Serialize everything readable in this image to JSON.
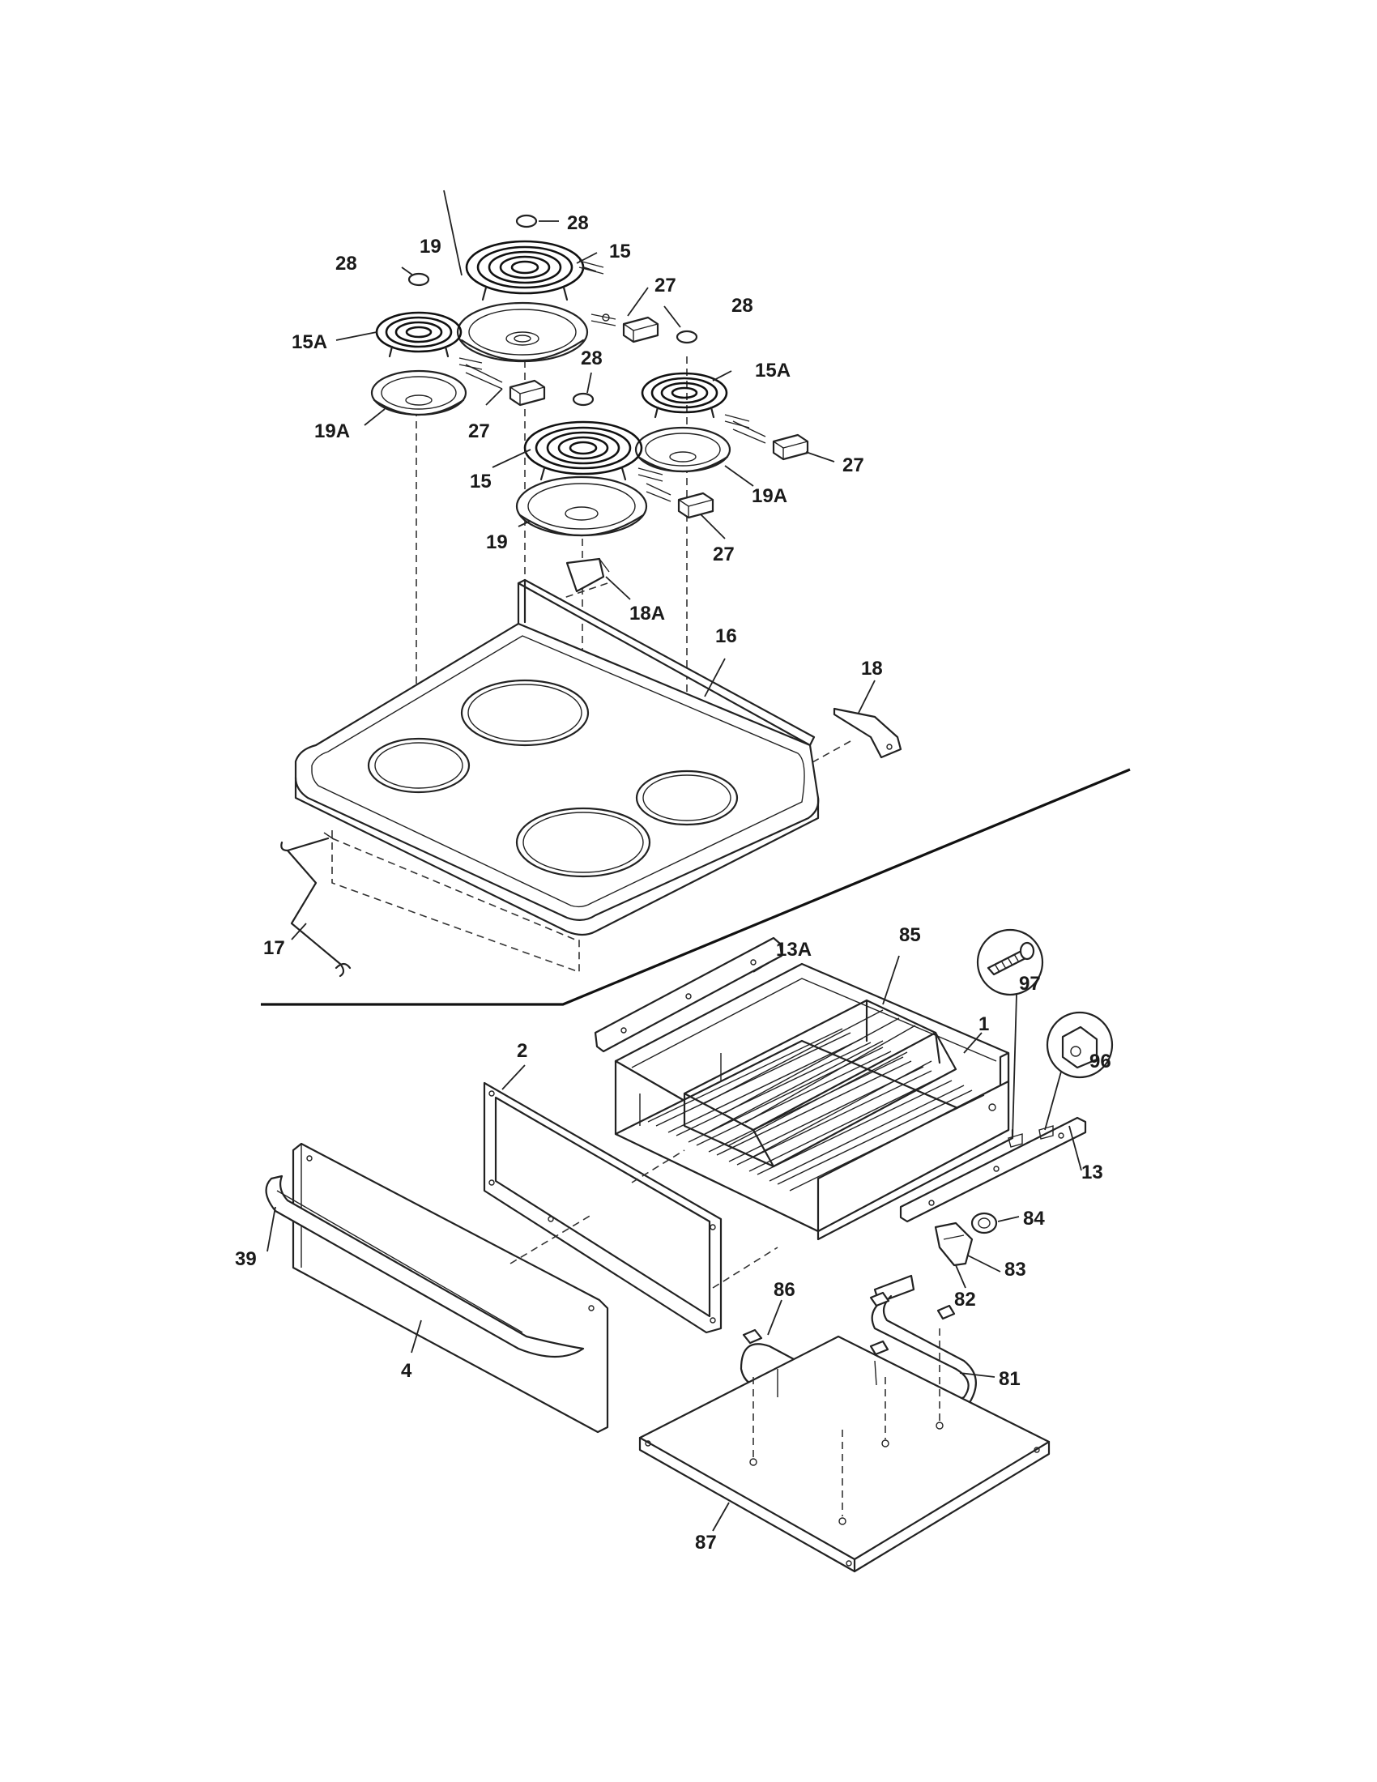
{
  "diagram": {
    "part_labels": {
      "p28a": "28",
      "p28b": "28",
      "p28c": "28",
      "p28d": "28",
      "p19a_top": "19",
      "p15_top": "15",
      "p27a": "27",
      "p15a_left": "15A",
      "p19a_left": "19A",
      "p27b": "27",
      "p15a_right": "15A",
      "p27c": "27",
      "p15_mid": "15",
      "p19a_right": "19A",
      "p19_mid": "19",
      "p27d": "27",
      "p18a": "18A",
      "p16": "16",
      "p18": "18",
      "p17": "17",
      "p13a": "13A",
      "p85": "85",
      "p97": "97",
      "p1": "1",
      "p96": "96",
      "p2": "2",
      "p13": "13",
      "p84": "84",
      "p39": "39",
      "p83": "83",
      "p82": "82",
      "p86": "86",
      "p4": "4",
      "p81": "81",
      "p87": "87"
    }
  }
}
